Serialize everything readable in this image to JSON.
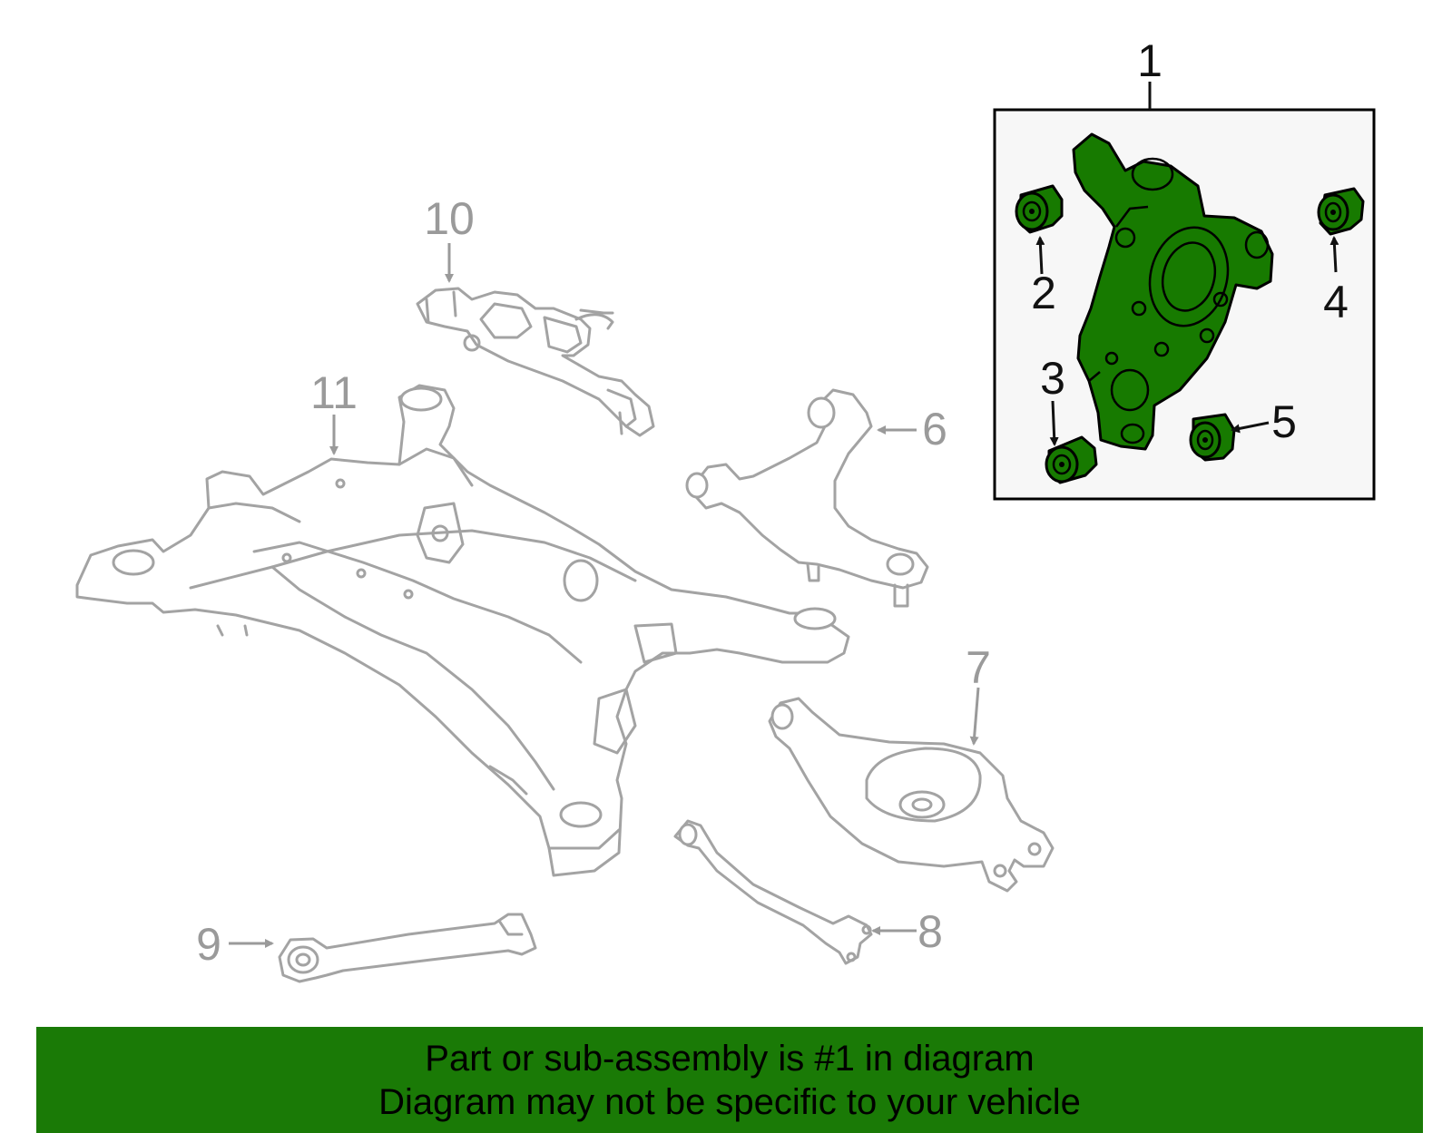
{
  "callouts": {
    "c1": "1",
    "c2": "2",
    "c3": "3",
    "c4": "4",
    "c5": "5",
    "c6": "6",
    "c7": "7",
    "c8": "8",
    "c9": "9",
    "c10": "10",
    "c11": "11"
  },
  "banner": {
    "line1": "Part or sub-assembly is #1 in diagram",
    "line2": "Diagram may not be specific to your vehicle"
  },
  "colors": {
    "highlight": "#177a00",
    "banner": "#1a7a06",
    "unhighlighted_part": "#a3a3a3"
  }
}
